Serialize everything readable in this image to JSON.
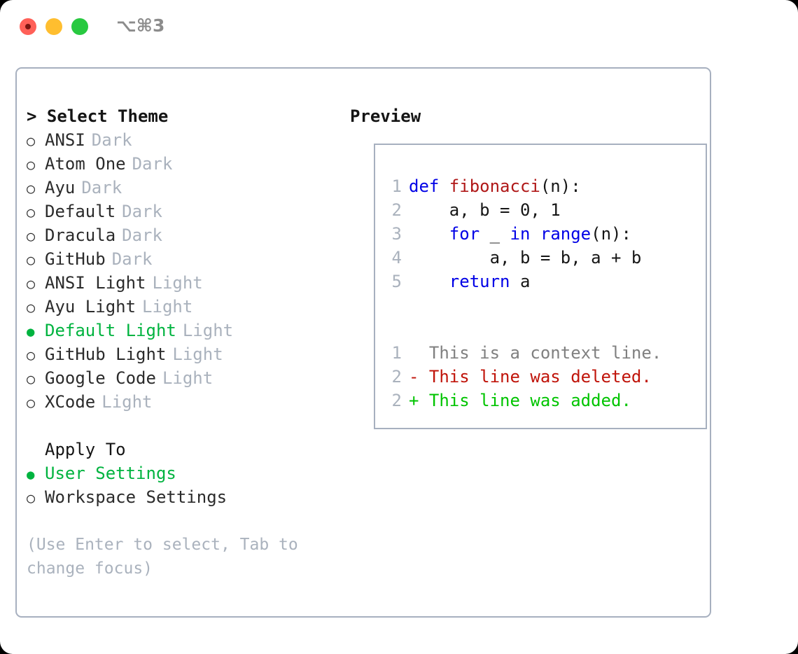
{
  "window": {
    "shortcut_label": "⌥⌘3",
    "traffic_lights": [
      {
        "name": "close",
        "color": "#ff6058"
      },
      {
        "name": "minimize",
        "color": "#ffbe2f"
      },
      {
        "name": "maximize",
        "color": "#28c940"
      }
    ]
  },
  "theme_panel": {
    "title": "> Select Theme",
    "items": [
      {
        "bullet": "○",
        "label": "ANSI",
        "variant": "Dark",
        "selected": false
      },
      {
        "bullet": "○",
        "label": "Atom One",
        "variant": "Dark",
        "selected": false
      },
      {
        "bullet": "○",
        "label": "Ayu",
        "variant": "Dark",
        "selected": false
      },
      {
        "bullet": "○",
        "label": "Default",
        "variant": "Dark",
        "selected": false
      },
      {
        "bullet": "○",
        "label": "Dracula",
        "variant": "Dark",
        "selected": false
      },
      {
        "bullet": "○",
        "label": "GitHub",
        "variant": "Dark",
        "selected": false
      },
      {
        "bullet": "○",
        "label": "ANSI Light",
        "variant": "Light",
        "selected": false
      },
      {
        "bullet": "○",
        "label": "Ayu Light",
        "variant": "Light",
        "selected": false
      },
      {
        "bullet": "●",
        "label": "Default Light",
        "variant": "Light",
        "selected": true
      },
      {
        "bullet": "○",
        "label": "GitHub Light",
        "variant": "Light",
        "selected": false
      },
      {
        "bullet": "○",
        "label": "Google Code",
        "variant": "Light",
        "selected": false
      },
      {
        "bullet": "○",
        "label": "XCode",
        "variant": "Light",
        "selected": false
      }
    ]
  },
  "apply_to": {
    "title": "Apply To",
    "items": [
      {
        "bullet": "●",
        "label": "User Settings",
        "selected": true
      },
      {
        "bullet": "○",
        "label": "Workspace Settings",
        "selected": false
      }
    ]
  },
  "hint": "(Use Enter to select, Tab to change focus)",
  "preview": {
    "title": "Preview",
    "code_lines": [
      {
        "num": "1",
        "tokens": [
          {
            "text": "def ",
            "type": "kw"
          },
          {
            "text": "fibonacci",
            "type": "fn"
          },
          {
            "text": "(n):",
            "type": "plain"
          }
        ]
      },
      {
        "num": "2",
        "tokens": [
          {
            "text": "    a, b = 0, 1",
            "type": "plain"
          }
        ]
      },
      {
        "num": "3",
        "tokens": [
          {
            "text": "    ",
            "type": "plain"
          },
          {
            "text": "for",
            "type": "kw"
          },
          {
            "text": " _ ",
            "type": "plain"
          },
          {
            "text": "in",
            "type": "kw"
          },
          {
            "text": " ",
            "type": "plain"
          },
          {
            "text": "range",
            "type": "kw"
          },
          {
            "text": "(n):",
            "type": "plain"
          }
        ]
      },
      {
        "num": "4",
        "tokens": [
          {
            "text": "        a, b = b, a + b",
            "type": "plain"
          }
        ]
      },
      {
        "num": "5",
        "tokens": [
          {
            "text": "    ",
            "type": "plain"
          },
          {
            "text": "return",
            "type": "kw"
          },
          {
            "text": " a",
            "type": "plain"
          }
        ]
      }
    ],
    "diff_lines": [
      {
        "num": "1",
        "marker": " ",
        "text": " This is a context line.",
        "kind": "context"
      },
      {
        "num": "2",
        "marker": "-",
        "text": " This line was deleted.",
        "kind": "deleted"
      },
      {
        "num": "2",
        "marker": "+",
        "text": " This line was added.",
        "kind": "added"
      }
    ]
  },
  "colors": {
    "accent_green": "#00b33f",
    "muted": "#aab2bd",
    "border": "#a7b0bf",
    "keyword_blue": "#0000e6",
    "function_red": "#b01818",
    "diff_deleted": "#c0140a",
    "diff_added": "#00c400"
  }
}
